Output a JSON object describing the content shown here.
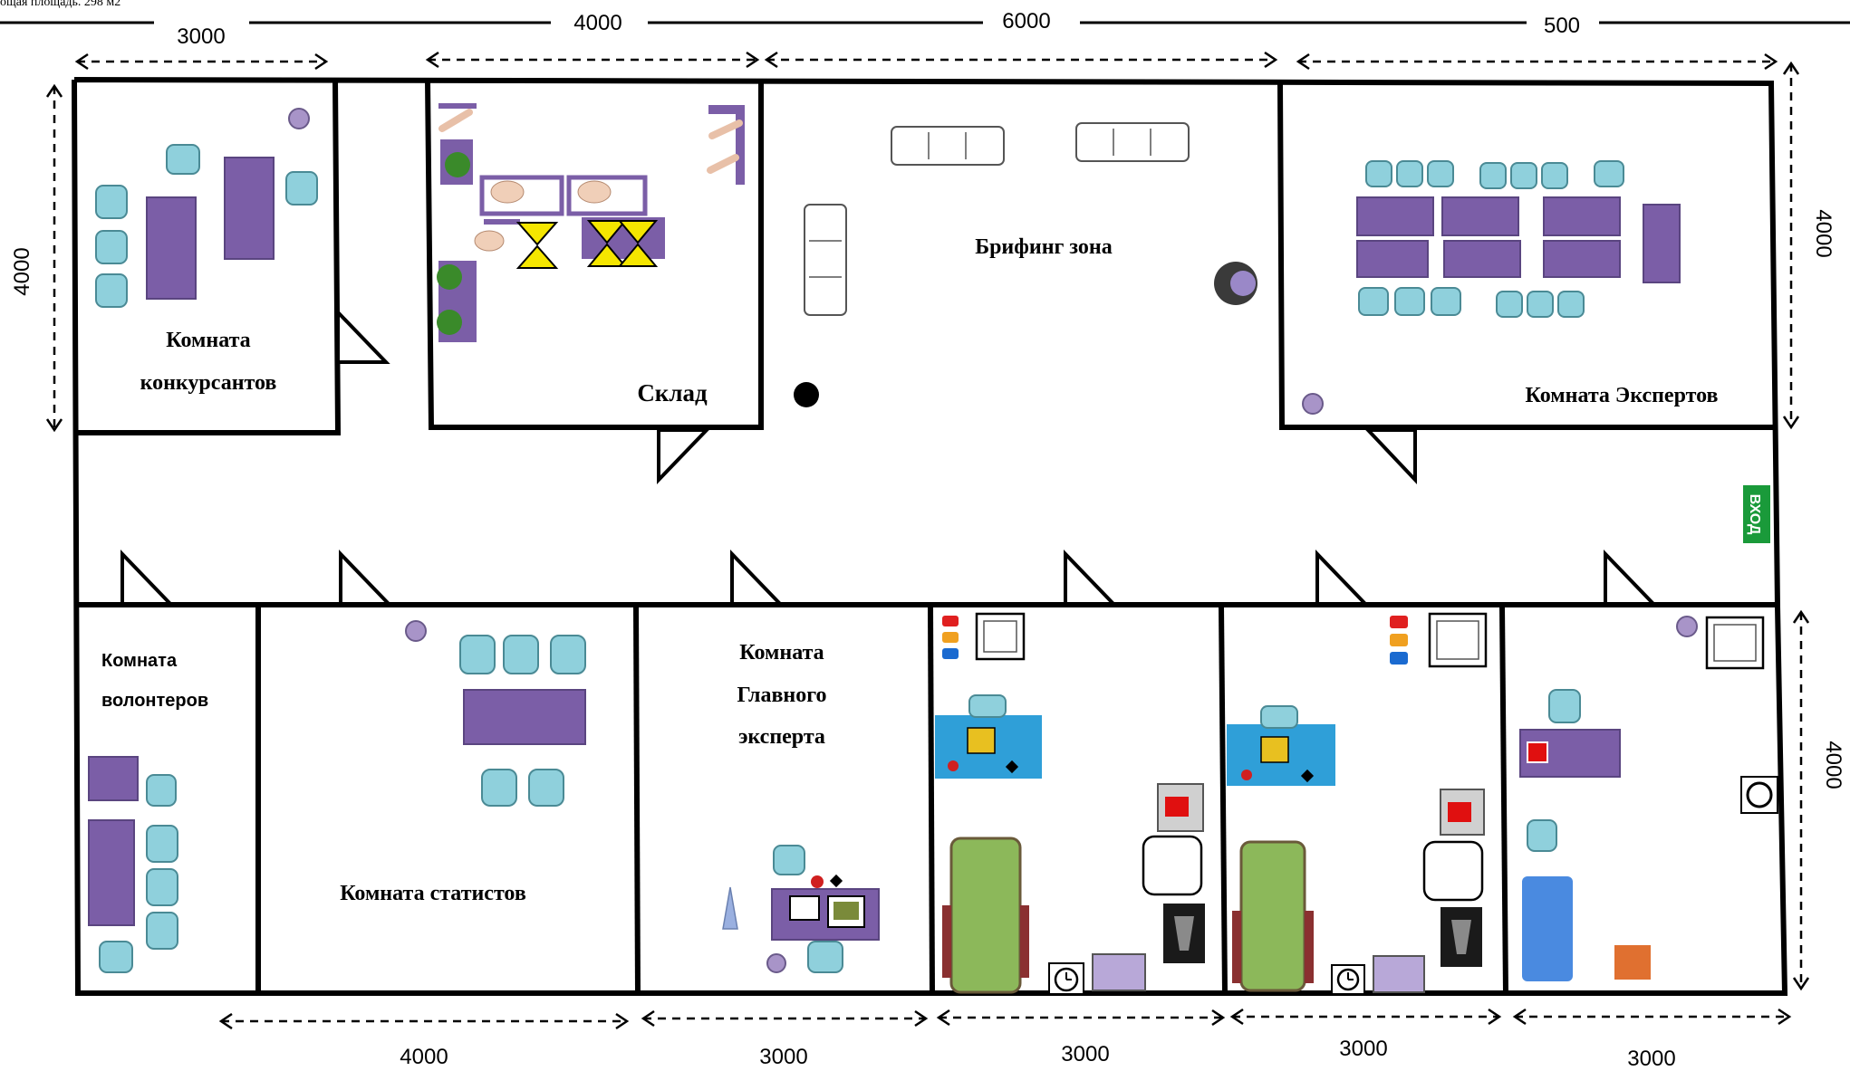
{
  "header": {
    "total_area_note": "ощая площадь. 298 м2"
  },
  "dimensions": {
    "top": [
      "3000",
      "4000",
      "6000",
      "500"
    ],
    "bottom": [
      "4000",
      "3000",
      "3000",
      "3000",
      "3000"
    ],
    "left": "4000",
    "right_top": "4000",
    "right_bottom": "4000"
  },
  "rooms": {
    "contestants_line1": "Комната",
    "contestants_line2": "конкурсантов",
    "warehouse": "Склад",
    "briefing": "Брифинг зона",
    "experts": "Комната Экспертов",
    "volunteers_line1": "Комната",
    "volunteers_line2": "волонтеров",
    "statisticians": "Комната статистов",
    "chief_line1": "Комната",
    "chief_line2": "Главного",
    "chief_line3": "эксперта"
  },
  "entrance": {
    "label": "ВХОД",
    "color": "#1a9a3a"
  },
  "colors": {
    "table": "#7b5ea7",
    "chair": "#8fd0dc",
    "workbench": "#2f9fd8",
    "bed": "#8cb85a",
    "plant": "#3a8a2a",
    "warning": "#f5e600"
  }
}
